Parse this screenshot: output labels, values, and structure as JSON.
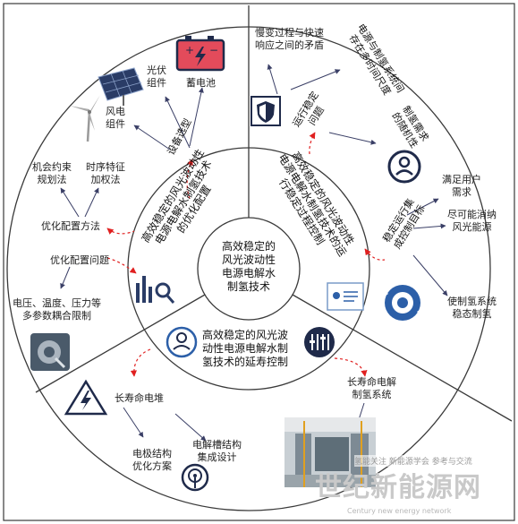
{
  "center": "高效稳定的\n风光波动性\n电源电解水\n制氢技术",
  "inner": {
    "opt_config": "高效稳定的风光波动性\n电源电解水制氢技术\n的优化配置",
    "stable_control": "高效稳定的风光波动性\n电源电解水制氢技术的运\n行稳定过程控制",
    "life_extension": "高效稳定的风光波\n动性电源电解水制\n氢技术的延寿控制"
  },
  "labels": {
    "pv": "光伏\n组件",
    "battery": "蓄电池",
    "wind": "风电\n组件",
    "equip": "设备选型",
    "slow_fast": "慢变过程与快速\n响应之间的矛盾",
    "multi_scale": "电源与制氢系统间\n存在多时间尺度",
    "op_stable": "运行稳定\n问题",
    "h2_demand": "制氢需求\n的随机性",
    "user_demand": "满足用户\n需求",
    "consume": "尽可能消纳\n风光能源",
    "stable_target": "稳定运行集\n成控制目标",
    "stable_h2": "使制氢系统\n稳态制氢",
    "constraint": "机会约束\n规划法",
    "timeseries": "时序特征\n加权法",
    "method": "优化配置方法",
    "problem": "优化配置问题",
    "multi_param": "电压、温度、压力等\n多参数耦合限制",
    "long_stack": "长寿命电堆",
    "electrode": "电极结构\n优化方案",
    "cell_design": "电解槽结构\n集成设计",
    "long_system": "长寿命电解\n制氢系统"
  },
  "watermark": {
    "cn": "世纪新能源网",
    "en": "Century new energy network",
    "caption": "氢能关注 新能源学会 参考与交流"
  },
  "colors": {
    "ring": "#3a3a3a",
    "arrow_dark": "#3a3f66",
    "arrow_red": "#e02020",
    "icon_navy": "#1f2a4a",
    "icon_blue": "#2c5fa8",
    "battery_red": "#e34b5b"
  }
}
